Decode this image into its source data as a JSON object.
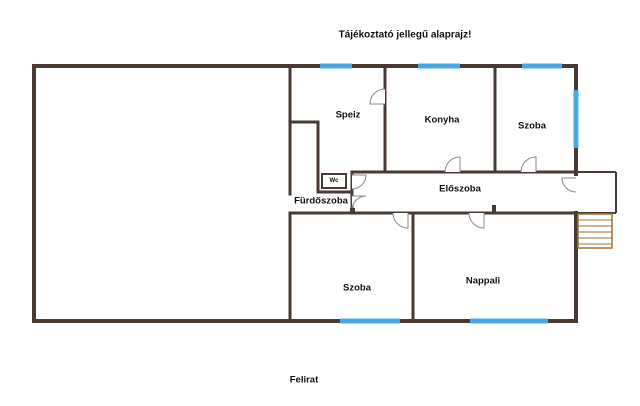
{
  "title": "Tájékoztató jellegű alaprajz!",
  "caption": "Felirat",
  "rooms": {
    "speiz": "Speiz",
    "konyha": "Konyha",
    "szoba_top": "Szoba",
    "wc": "Wc",
    "furdoszoba": "Fürdőszoba",
    "eloszoba": "Előszoba",
    "szoba_bottom": "Szoba",
    "nappali": "Nappali"
  },
  "colors": {
    "wall": "#4a3a34",
    "window": "#4aa8e0",
    "door": "#8a8a8a",
    "stairs": "#a0703a",
    "background": "#ffffff"
  },
  "icons": [
    "door-swing-icon",
    "stairs-icon"
  ]
}
